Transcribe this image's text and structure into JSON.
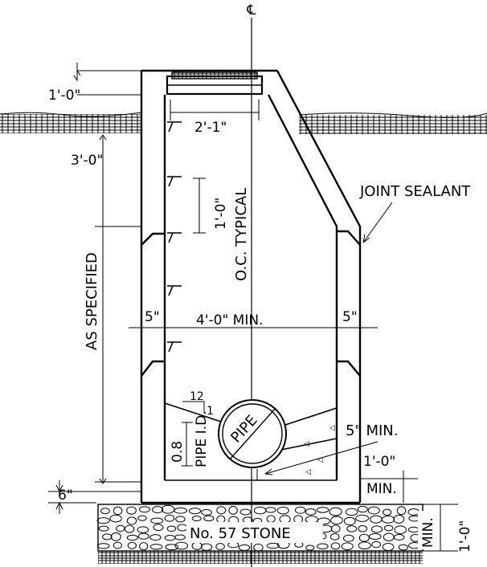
{
  "labels": {
    "centerline": "℄",
    "top_cover": "1'-0\"",
    "depth": "3'-0\"",
    "opening": "2'-1\"",
    "step_spacing": "1'-0\"",
    "typical": "O.C. TYPICAL",
    "joint_sealant": "JOINT SEALANT",
    "as_specified": "AS SPECIFIED",
    "wall_left": "5\"",
    "inside_width": "4'-0\" MIN.",
    "wall_right": "5\"",
    "slope_run": "12",
    "slope_rise": "1",
    "bench_factor": "0.8",
    "pipe_id": "PIPE I.D.",
    "pipe": "PIPE",
    "floor_thickness": "5\" MIN.",
    "base_extension": "1'-0\"",
    "base_min": "MIN.",
    "base_depth": "6\"",
    "stone": "No. 57 STONE",
    "stone_min": "MIN.",
    "stone_thickness": "1'-0\""
  }
}
